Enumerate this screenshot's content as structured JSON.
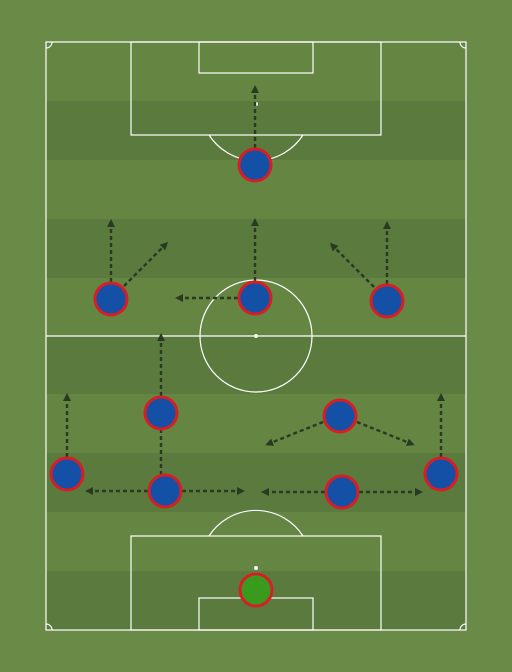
{
  "pitch": {
    "colors": {
      "background": "#6a8a48",
      "stripe_light": "#658543",
      "stripe_dark": "#5a7a3e",
      "line": "#ffffff",
      "arrow": "#2a3a22"
    }
  },
  "players": [
    {
      "id": "gk",
      "role": "goalkeeper",
      "fill": "#3a9a1e",
      "ring": "#d81e24"
    },
    {
      "id": "lb",
      "role": "outfield",
      "fill": "#1450a6",
      "ring": "#d81e24"
    },
    {
      "id": "lcb",
      "role": "outfield",
      "fill": "#1450a6",
      "ring": "#d81e24"
    },
    {
      "id": "rcb",
      "role": "outfield",
      "fill": "#1450a6",
      "ring": "#d81e24"
    },
    {
      "id": "rb",
      "role": "outfield",
      "fill": "#1450a6",
      "ring": "#d81e24"
    },
    {
      "id": "lcm",
      "role": "outfield",
      "fill": "#1450a6",
      "ring": "#d81e24"
    },
    {
      "id": "rcm",
      "role": "outfield",
      "fill": "#1450a6",
      "ring": "#d81e24"
    },
    {
      "id": "lw",
      "role": "outfield",
      "fill": "#1450a6",
      "ring": "#d81e24"
    },
    {
      "id": "cam",
      "role": "outfield",
      "fill": "#1450a6",
      "ring": "#d81e24"
    },
    {
      "id": "rw",
      "role": "outfield",
      "fill": "#1450a6",
      "ring": "#d81e24"
    },
    {
      "id": "st",
      "role": "outfield",
      "fill": "#1450a6",
      "ring": "#d81e24"
    }
  ]
}
